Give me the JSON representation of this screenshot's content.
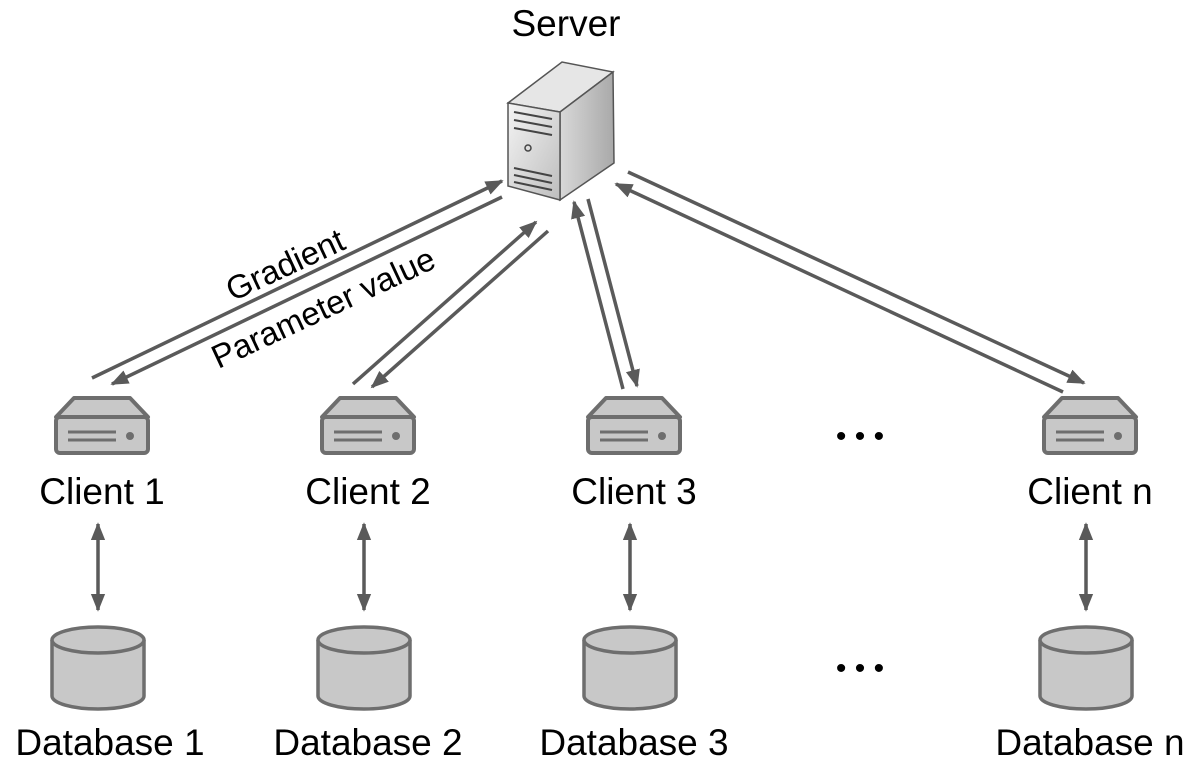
{
  "server": {
    "label": "Server"
  },
  "clients": [
    {
      "label": "Client 1",
      "database": "Database 1"
    },
    {
      "label": "Client 2",
      "database": "Database 2"
    },
    {
      "label": "Client 3",
      "database": "Database 3"
    },
    {
      "label": "Client n",
      "database": "Database n"
    }
  ],
  "edge_labels": {
    "upstream": "Gradient",
    "downstream": "Parameter value"
  },
  "ellipsis": "• • •",
  "colors": {
    "arrow": "#5a5a5a",
    "icon_fill": "#c8c8c8",
    "icon_stroke": "#6e6e6e",
    "text": "#000000"
  },
  "icons": {
    "server": "server-tower-icon",
    "client": "server-rack-icon",
    "database": "database-cylinder-icon"
  }
}
